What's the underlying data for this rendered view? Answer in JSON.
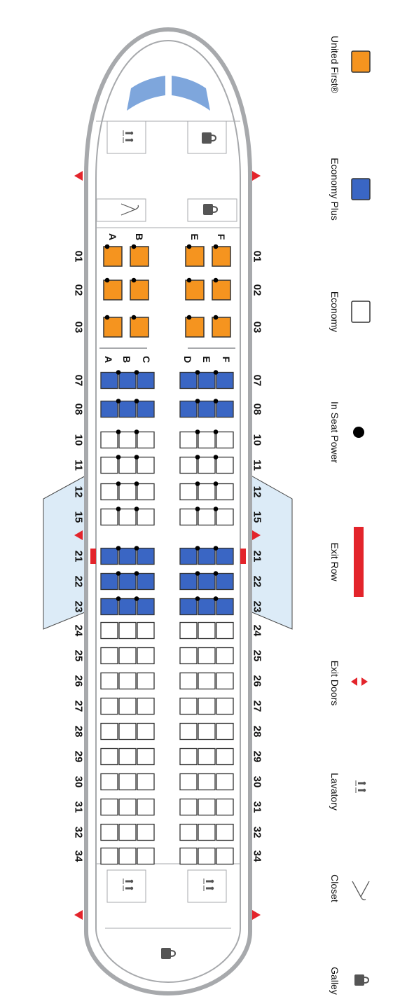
{
  "colors": {
    "first": "#F5941F",
    "plus": "#3A66C4",
    "economy": "#FFFFFF",
    "exit": "#E3242B",
    "fuselage": "#A7A9AC",
    "wing": "#DCEBF7",
    "power": "#000000"
  },
  "column_letters": {
    "first_left": [
      "A",
      "B"
    ],
    "first_right": [
      "E",
      "F"
    ],
    "main_left": [
      "A",
      "B",
      "C"
    ],
    "main_right": [
      "D",
      "E",
      "F"
    ]
  },
  "rows": [
    {
      "label": "01",
      "class": "first",
      "power": true
    },
    {
      "label": "02",
      "class": "first",
      "power": true
    },
    {
      "label": "03",
      "class": "first",
      "power": true
    },
    {
      "label": "07",
      "class": "plus",
      "power": true
    },
    {
      "label": "08",
      "class": "plus",
      "power": true
    },
    {
      "label": "10",
      "class": "economy",
      "power": true
    },
    {
      "label": "11",
      "class": "economy",
      "power": true
    },
    {
      "label": "12",
      "class": "economy",
      "power": true
    },
    {
      "label": "15",
      "class": "economy",
      "power": true
    },
    {
      "label": "21",
      "class": "plus",
      "power": true,
      "exit_row": true
    },
    {
      "label": "22",
      "class": "plus",
      "power": true
    },
    {
      "label": "23",
      "class": "plus",
      "power": true
    },
    {
      "label": "24",
      "class": "economy",
      "power": false
    },
    {
      "label": "25",
      "class": "economy",
      "power": false
    },
    {
      "label": "26",
      "class": "economy",
      "power": false
    },
    {
      "label": "27",
      "class": "economy",
      "power": false
    },
    {
      "label": "28",
      "class": "economy",
      "power": false
    },
    {
      "label": "29",
      "class": "economy",
      "power": false
    },
    {
      "label": "30",
      "class": "economy",
      "power": false
    },
    {
      "label": "31",
      "class": "economy",
      "power": false
    },
    {
      "label": "32",
      "class": "economy",
      "power": false
    },
    {
      "label": "34",
      "class": "economy",
      "power": false
    }
  ],
  "legend": [
    {
      "key": "first",
      "label": "United First®",
      "icon": "orange-seat-swatch"
    },
    {
      "key": "plus",
      "label": "Economy Plus",
      "icon": "blue-seat-swatch"
    },
    {
      "key": "economy",
      "label": "Economy",
      "icon": "white-seat-swatch"
    },
    {
      "key": "power",
      "label": "In Seat Power",
      "icon": "black-dot"
    },
    {
      "key": "exit_row",
      "label": "Exit Row",
      "icon": "red-bar"
    },
    {
      "key": "exit_doors",
      "label": "Exit Doors",
      "icon": "red-triangles"
    },
    {
      "key": "lavatory",
      "label": "Lavatory",
      "icon": "lavatory-icon"
    },
    {
      "key": "closet",
      "label": "Closet",
      "icon": "hanger-icon"
    },
    {
      "key": "galley",
      "label": "Galley",
      "icon": "cup-icon"
    }
  ]
}
